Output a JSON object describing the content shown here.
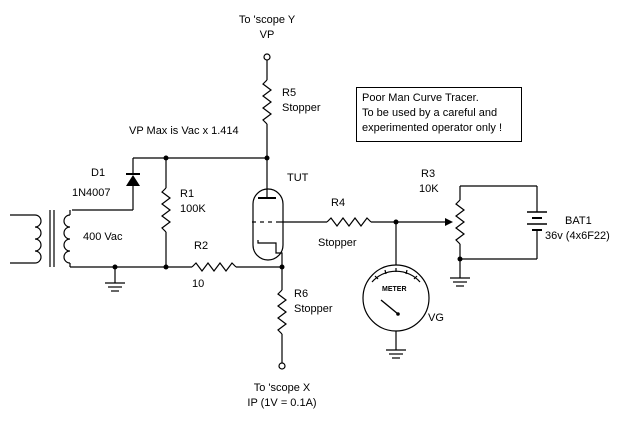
{
  "labels": {
    "scope_y": "To 'scope Y",
    "vp": "VP",
    "r5_name": "R5",
    "r5_value": "Stopper",
    "vp_note": "VP Max is Vac x 1.414",
    "d1_name": "D1",
    "d1_part": "1N4007",
    "r1_name": "R1",
    "r1_value": "100K",
    "tut": "TUT",
    "r4_name": "R4",
    "r4_value": "Stopper",
    "r3_name": "R3",
    "r3_value": "10K",
    "bat_name": "BAT1",
    "bat_value": "36v (4x6F22)",
    "transformer": "400 Vac",
    "r2_name": "R2",
    "r2_value": "10",
    "meter": "METER",
    "vg": "VG",
    "r6_name": "R6",
    "r6_value": "Stopper",
    "scope_x": "To 'scope X",
    "ip": "IP (1V = 0.1A)"
  },
  "note_lines": [
    "Poor Man Curve Tracer.",
    "To be used by a careful and",
    "experimented operator only !"
  ]
}
